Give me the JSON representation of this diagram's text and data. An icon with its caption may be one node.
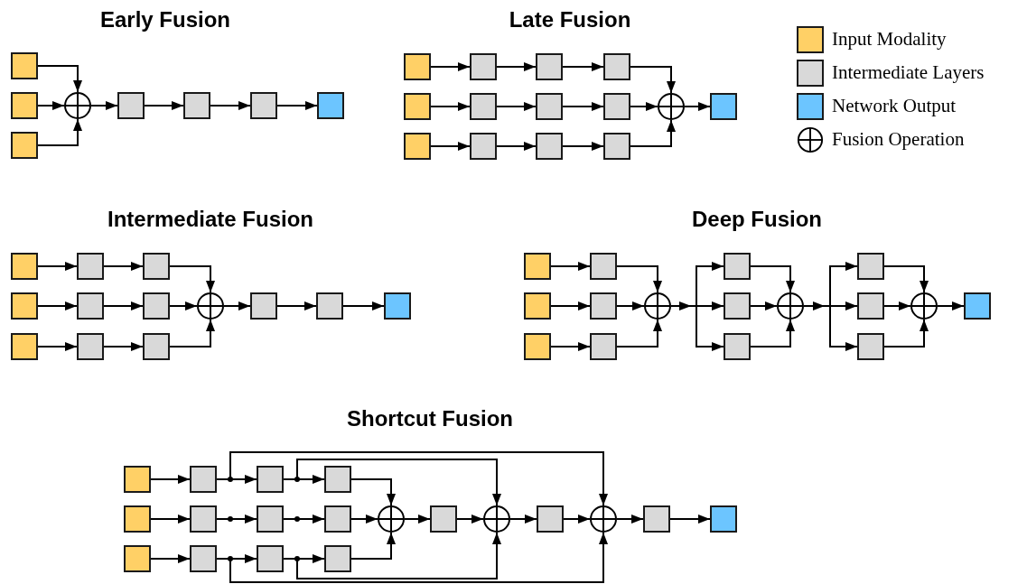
{
  "diagram": {
    "nodes": [
      {
        "text": [],
        "shape": "box"
      },
      {
        "text": [],
        "shape": "box"
      },
      {
        "text": [],
        "shape": "box"
      },
      {
        "text": [],
        "shape": "circle"
      },
      {
        "text": [],
        "shape": "box"
      },
      {
        "text": [],
        "shape": "box"
      },
      {
        "text": [],
        "shape": "box"
      },
      {
        "text": [],
        "shape": "box"
      },
      {
        "text": [],
        "shape": "box"
      },
      {
        "text": [],
        "shape": "box"
      },
      {
        "text": [],
        "shape": "box"
      },
      {
        "text": [],
        "shape": "box"
      },
      {
        "text": [],
        "shape": "box"
      },
      {
        "text": [],
        "shape": "box"
      },
      {
        "text": [],
        "shape": "box"
      },
      {
        "text": [],
        "shape": "box"
      },
      {
        "text": [],
        "shape": "box"
      },
      {
        "text": [],
        "shape": "box"
      },
      {
        "text": [],
        "shape": "box"
      },
      {
        "text": [],
        "shape": "box"
      },
      {
        "text": [],
        "shape": "circle"
      },
      {
        "text": [],
        "shape": "box"
      },
      {
        "text": [],
        "shape": "box"
      },
      {
        "text": [],
        "shape": "box"
      },
      {
        "text": [],
        "shape": "box"
      },
      {
        "text": [],
        "shape": "box"
      },
      {
        "text": [],
        "shape": "box"
      },
      {
        "text": [],
        "shape": "box"
      },
      {
        "text": [],
        "shape": "box"
      },
      {
        "text": [],
        "shape": "box"
      },
      {
        "text": [],
        "shape": "box"
      },
      {
        "text": [],
        "shape": "circle"
      },
      {
        "text": [],
        "shape": "box"
      },
      {
        "text": [],
        "shape": "box"
      },
      {
        "text": [],
        "shape": "box"
      },
      {
        "text": [],
        "shape": "box"
      },
      {
        "text": [],
        "shape": "box"
      },
      {
        "text": [],
        "shape": "box"
      },
      {
        "text": [],
        "shape": "box"
      },
      {
        "text": [],
        "shape": "box"
      },
      {
        "text": [],
        "shape": "box"
      },
      {
        "text": [],
        "shape": "circle"
      },
      {
        "text": [],
        "shape": "box"
      },
      {
        "text": [],
        "shape": "box"
      },
      {
        "text": [],
        "shape": "box"
      },
      {
        "text": [],
        "shape": "circle"
      },
      {
        "text": [],
        "shape": "box"
      },
      {
        "text": [],
        "shape": "box"
      },
      {
        "text": [],
        "shape": "box"
      },
      {
        "text": [],
        "shape": "circle"
      },
      {
        "text": [],
        "shape": "box"
      },
      {
        "text": [],
        "shape": "box"
      },
      {
        "text": [],
        "shape": "box"
      },
      {
        "text": [],
        "shape": "box"
      },
      {
        "text": [],
        "shape": "box"
      },
      {
        "text": [],
        "shape": "box"
      },
      {
        "text": [],
        "shape": "box"
      },
      {
        "text": [],
        "shape": "box"
      },
      {
        "text": [],
        "shape": "box"
      },
      {
        "text": [],
        "shape": "box"
      },
      {
        "text": [],
        "shape": "box"
      },
      {
        "text": [],
        "shape": "box"
      },
      {
        "text": [],
        "shape": "box"
      },
      {
        "text": [],
        "shape": "circle"
      },
      {
        "text": [],
        "shape": "box"
      },
      {
        "text": [],
        "shape": "circle"
      },
      {
        "text": [],
        "shape": "box"
      },
      {
        "text": [],
        "shape": "circle"
      },
      {
        "text": [],
        "shape": "box"
      },
      {
        "text": [],
        "shape": "box"
      }
    ],
    "edges": [
      {
        "from": 0,
        "to": 3,
        "arrow": "to"
      },
      {
        "from": 1,
        "to": 3,
        "arrow": "to"
      },
      {
        "from": 2,
        "to": 3,
        "arrow": "to"
      },
      {
        "from": 3,
        "to": 4,
        "arrow": "to"
      },
      {
        "from": 4,
        "to": 5,
        "arrow": "to"
      },
      {
        "from": 5,
        "to": 6,
        "arrow": "to"
      },
      {
        "from": 6,
        "to": 7,
        "arrow": "to"
      },
      {
        "from": 8,
        "to": 11,
        "arrow": "to"
      },
      {
        "from": 11,
        "to": 12,
        "arrow": "to"
      },
      {
        "from": 12,
        "to": 13,
        "arrow": "to"
      },
      {
        "from": 13,
        "to": 20,
        "arrow": "to"
      },
      {
        "from": 9,
        "to": 14,
        "arrow": "to"
      },
      {
        "from": 14,
        "to": 15,
        "arrow": "to"
      },
      {
        "from": 15,
        "to": 16,
        "arrow": "to"
      },
      {
        "from": 16,
        "to": 20,
        "arrow": "to"
      },
      {
        "from": 10,
        "to": 17,
        "arrow": "to"
      },
      {
        "from": 17,
        "to": 18,
        "arrow": "to"
      },
      {
        "from": 18,
        "to": 19,
        "arrow": "to"
      },
      {
        "from": 19,
        "to": 20,
        "arrow": "to"
      },
      {
        "from": 20,
        "to": 21,
        "arrow": "to"
      },
      {
        "from": 22,
        "to": 25,
        "arrow": "to"
      },
      {
        "from": 25,
        "to": 26,
        "arrow": "to"
      },
      {
        "from": 26,
        "to": 31,
        "arrow": "to"
      },
      {
        "from": 23,
        "to": 27,
        "arrow": "to"
      },
      {
        "from": 27,
        "to": 28,
        "arrow": "to"
      },
      {
        "from": 28,
        "to": 31,
        "arrow": "to"
      },
      {
        "from": 24,
        "to": 29,
        "arrow": "to"
      },
      {
        "from": 29,
        "to": 30,
        "arrow": "to"
      },
      {
        "from": 30,
        "to": 31,
        "arrow": "to"
      },
      {
        "from": 31,
        "to": 32,
        "arrow": "to"
      },
      {
        "from": 32,
        "to": 33,
        "arrow": "to"
      },
      {
        "from": 33,
        "to": 34,
        "arrow": "to"
      },
      {
        "from": 35,
        "to": 38,
        "arrow": "to"
      },
      {
        "from": 36,
        "to": 39,
        "arrow": "to"
      },
      {
        "from": 37,
        "to": 40,
        "arrow": "to"
      },
      {
        "from": 38,
        "to": 41,
        "arrow": "to"
      },
      {
        "from": 39,
        "to": 41,
        "arrow": "to"
      },
      {
        "from": 40,
        "to": 41,
        "arrow": "to"
      },
      {
        "from": 41,
        "to": 42,
        "arrow": "to"
      },
      {
        "from": 41,
        "to": 43,
        "arrow": "to"
      },
      {
        "from": 41,
        "to": 44,
        "arrow": "to"
      },
      {
        "from": 42,
        "to": 45,
        "arrow": "to"
      },
      {
        "from": 43,
        "to": 45,
        "arrow": "to"
      },
      {
        "from": 44,
        "to": 45,
        "arrow": "to"
      },
      {
        "from": 45,
        "to": 46,
        "arrow": "to"
      },
      {
        "from": 45,
        "to": 47,
        "arrow": "to"
      },
      {
        "from": 45,
        "to": 48,
        "arrow": "to"
      },
      {
        "from": 46,
        "to": 49,
        "arrow": "to"
      },
      {
        "from": 47,
        "to": 49,
        "arrow": "to"
      },
      {
        "from": 48,
        "to": 49,
        "arrow": "to"
      },
      {
        "from": 49,
        "to": 50,
        "arrow": "to"
      },
      {
        "from": 51,
        "to": 54,
        "arrow": "to"
      },
      {
        "from": 54,
        "to": 55,
        "arrow": "to"
      },
      {
        "from": 55,
        "to": 56,
        "arrow": "to"
      },
      {
        "from": 56,
        "to": 63,
        "arrow": "to"
      },
      {
        "from": 52,
        "to": 57,
        "arrow": "to"
      },
      {
        "from": 57,
        "to": 58,
        "arrow": "to"
      },
      {
        "from": 58,
        "to": 59,
        "arrow": "to"
      },
      {
        "from": 59,
        "to": 63,
        "arrow": "to"
      },
      {
        "from": 53,
        "to": 60,
        "arrow": "to"
      },
      {
        "from": 60,
        "to": 61,
        "arrow": "to"
      },
      {
        "from": 61,
        "to": 62,
        "arrow": "to"
      },
      {
        "from": 62,
        "to": 63,
        "arrow": "to"
      },
      {
        "from": 63,
        "to": 64,
        "arrow": "to"
      },
      {
        "from": 64,
        "to": 65,
        "arrow": "to"
      },
      {
        "from": 65,
        "to": 66,
        "arrow": "to"
      },
      {
        "from": 66,
        "to": 67,
        "arrow": "to"
      },
      {
        "from": 67,
        "to": 68,
        "arrow": "to"
      },
      {
        "from": 68,
        "to": 69,
        "arrow": "to"
      },
      {
        "from": 54,
        "to": 67,
        "arrow": "to"
      },
      {
        "from": 55,
        "to": 65,
        "arrow": "to"
      },
      {
        "from": 60,
        "to": 67,
        "arrow": "to"
      },
      {
        "from": 61,
        "to": 65,
        "arrow": "to"
      }
    ],
    "labels": [
      "Early Fusion",
      "Late Fusion",
      "Intermediate Fusion",
      "Deep Fusion",
      "Shortcut Fusion"
    ],
    "legend": [
      {
        "text": "Input Modality",
        "color": "#ffd066"
      },
      {
        "text": "Intermediate Layers",
        "color": "#d9d9d9"
      },
      {
        "text": "Network Output",
        "color": "#6cc5ff"
      },
      {
        "text": "Fusion Operation"
      }
    ]
  }
}
